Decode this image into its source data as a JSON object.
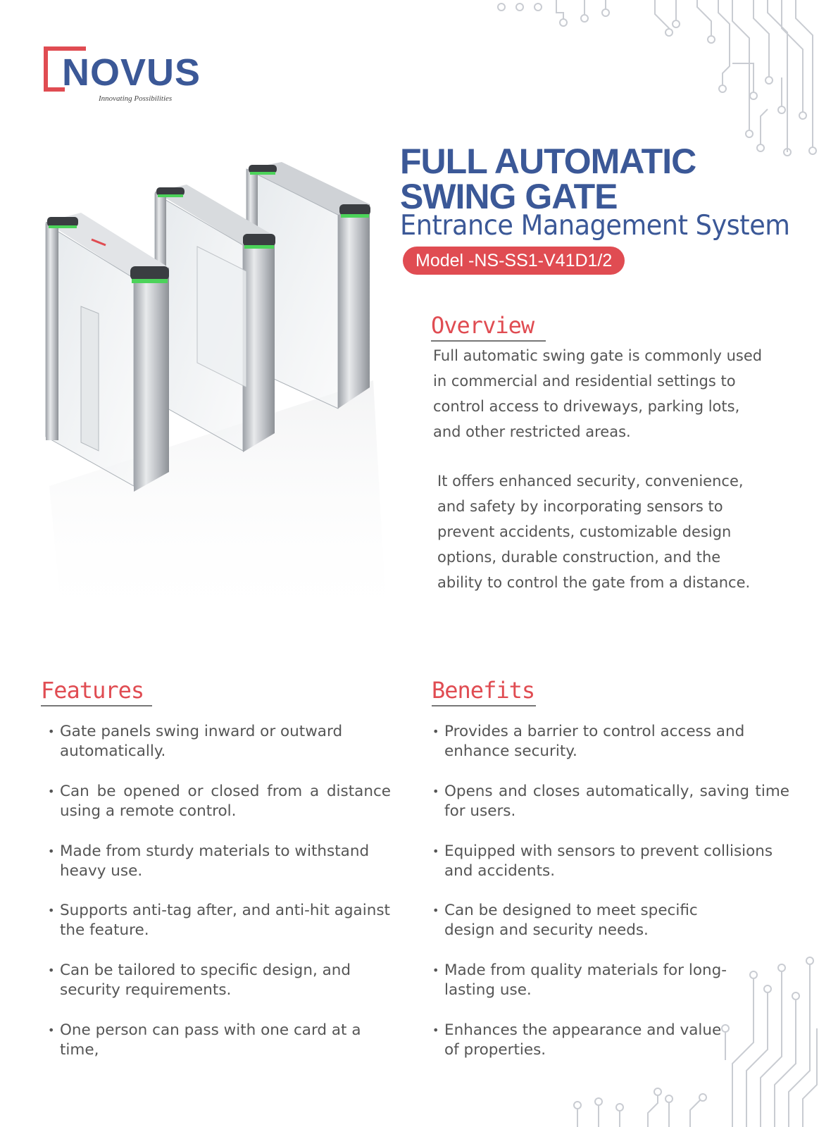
{
  "brand": {
    "name": "NOVUS",
    "tagline": "Innovating Possibilities",
    "accent_red": "#e04c52",
    "brand_blue": "#3b5897"
  },
  "title": {
    "line1": "FULL AUTOMATIC",
    "line2": "SWING GATE",
    "subtitle": "Entrance Management System",
    "model": "Model -NS-SS1-V41D1/2"
  },
  "overview": {
    "heading": "Overview",
    "paragraphs": [
      "Full automatic swing gate is commonly used in commercial and residential settings to control access to driveways, parking lots, and other restricted areas.",
      "It offers enhanced security, convenience, and safety by incorporating sensors to prevent accidents, customizable design options, durable construction, and the ability to control the gate from a distance."
    ]
  },
  "features": {
    "heading": "Features",
    "items": [
      "Gate panels swing inward or outward automatically.",
      "Can be opened or closed from a distance using a remote control.",
      "Made from sturdy materials to withstand heavy use.",
      "Supports anti-tag after, and anti-hit against the feature.",
      "Can be tailored to specific design, and security requirements.",
      "One person can pass with one card at a time,"
    ]
  },
  "benefits": {
    "heading": "Benefits",
    "items": [
      "Provides a barrier to control access and enhance security.",
      "Opens and closes automatically, saving time for users.",
      "Equipped with sensors to prevent collisions and accidents.",
      "Can be designed to meet specific design and security needs.",
      "Made from quality materials for long-lasting use.",
      "Enhances the appearance and value of properties."
    ]
  },
  "icons": {
    "bullet": "•",
    "product_image": "swing-gate-illustration-icon",
    "circuit": "circuit-pattern-icon"
  }
}
